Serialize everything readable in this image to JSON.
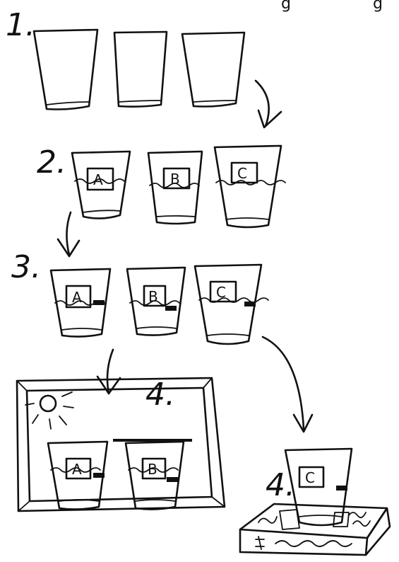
{
  "steps": {
    "s1": "1.",
    "s2": "2.",
    "s3": "3.",
    "s4_light": "4.",
    "s4_dark": "4."
  },
  "cups": {
    "a": "A",
    "b": "B",
    "c": "C"
  },
  "top_glyphs": [
    "g",
    "g"
  ]
}
